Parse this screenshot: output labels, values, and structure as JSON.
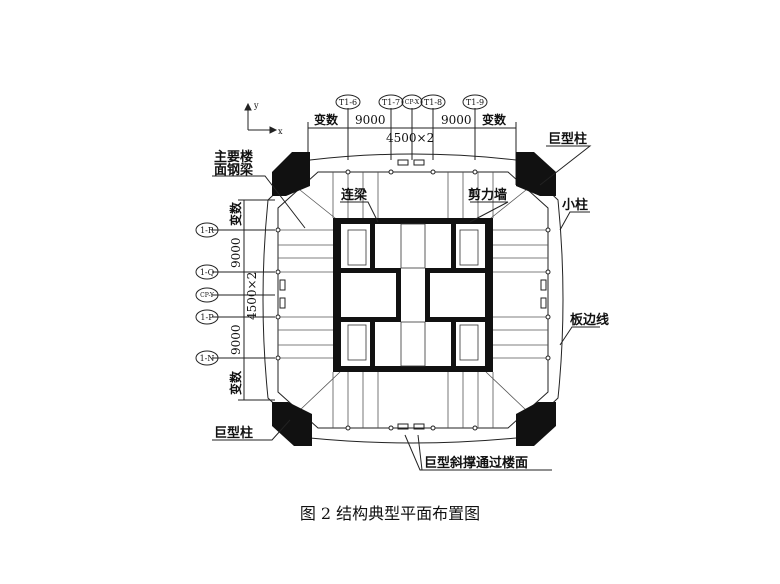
{
  "axes": {
    "y": "y",
    "x": "x"
  },
  "top_axes": [
    "T1-6",
    "T1-7",
    "CP-X",
    "T1-8",
    "T1-9"
  ],
  "left_axes": [
    "1-R",
    "1-Q",
    "CP-Y",
    "1-P",
    "1-N"
  ],
  "top_dims": {
    "var_left": "变数",
    "d1": "9000",
    "d2": "9000",
    "var_right": "变数",
    "total": "4500×2"
  },
  "left_dims": {
    "var_top": "变数",
    "d1": "9000",
    "total": "4500×2",
    "d2": "9000",
    "var_bottom": "变数"
  },
  "labels": {
    "main_beam_1": "主要楼",
    "main_beam_2": "面钢梁",
    "coupling_beam": "连梁",
    "shear_wall": "剪力墙",
    "mega_column_tr": "巨型柱",
    "small_column": "小柱",
    "slab_edge": "板边线",
    "mega_column_bl": "巨型柱",
    "mega_brace": "巨型斜撑通过楼面"
  },
  "caption": "图 2  结构典型平面布置图"
}
